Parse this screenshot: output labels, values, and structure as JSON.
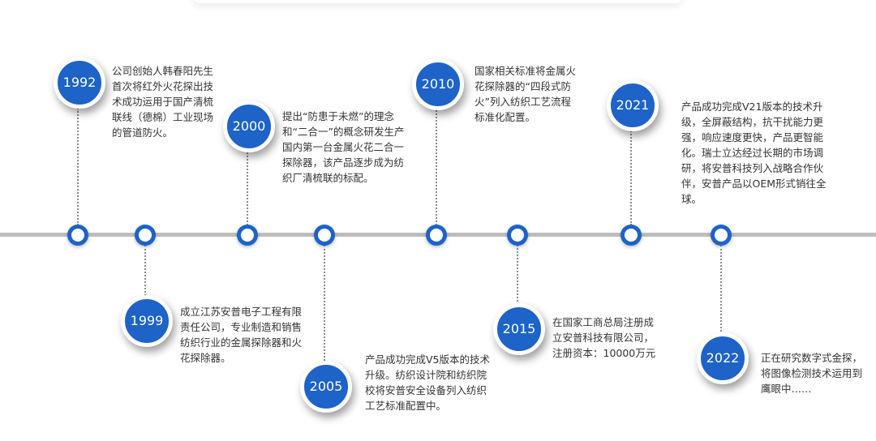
{
  "timeline": {
    "events": [
      {
        "year": "1992",
        "text": "公司创始人韩春阳先生首次将红外火花探出技术成功运用于国产清梳联线（德棉）工业现场的管道防火。"
      },
      {
        "year": "1999",
        "text": "成立江苏安普电子工程有限责任公司，专业制造和销售纺织行业的金属探除器和火花探除器。"
      },
      {
        "year": "2000",
        "text": "提出“防患于未燃”的理念和“二合一”的概念研发生产国内第一台金属火花二合一探除器，该产品逐步成为纺织厂清梳联的标配。"
      },
      {
        "year": "2005",
        "text": "产品成功完成V5版本的技术升级。纺织设计院和纺织院校将安普安全设备列入纺织工艺标准配置中。"
      },
      {
        "year": "2010",
        "text": "国家相关标准将金属火花探除器的“四段式防火”列入纺织工艺流程标准化配置。"
      },
      {
        "year": "2015",
        "text": "在国家工商总局注册成立安普科技有限公司，注册资本：10000万元"
      },
      {
        "year": "2021",
        "text": "产品成功完成V21版本的技术升级，全屏蔽结构，抗干扰能力更强，响应速度更快，产品更智能化。瑞士立达经过长期的市场调研，将安普科技列入战略合作伙伴，安普产品以OEM形式销往全球。"
      },
      {
        "year": "2022",
        "text": "正在研究数字式金探，将图像检测技术运用到鹰眼中……"
      }
    ]
  },
  "colors": {
    "accent": "#1d63c8",
    "axis": "#bdbdbd",
    "connector": "#8a8a8a"
  }
}
